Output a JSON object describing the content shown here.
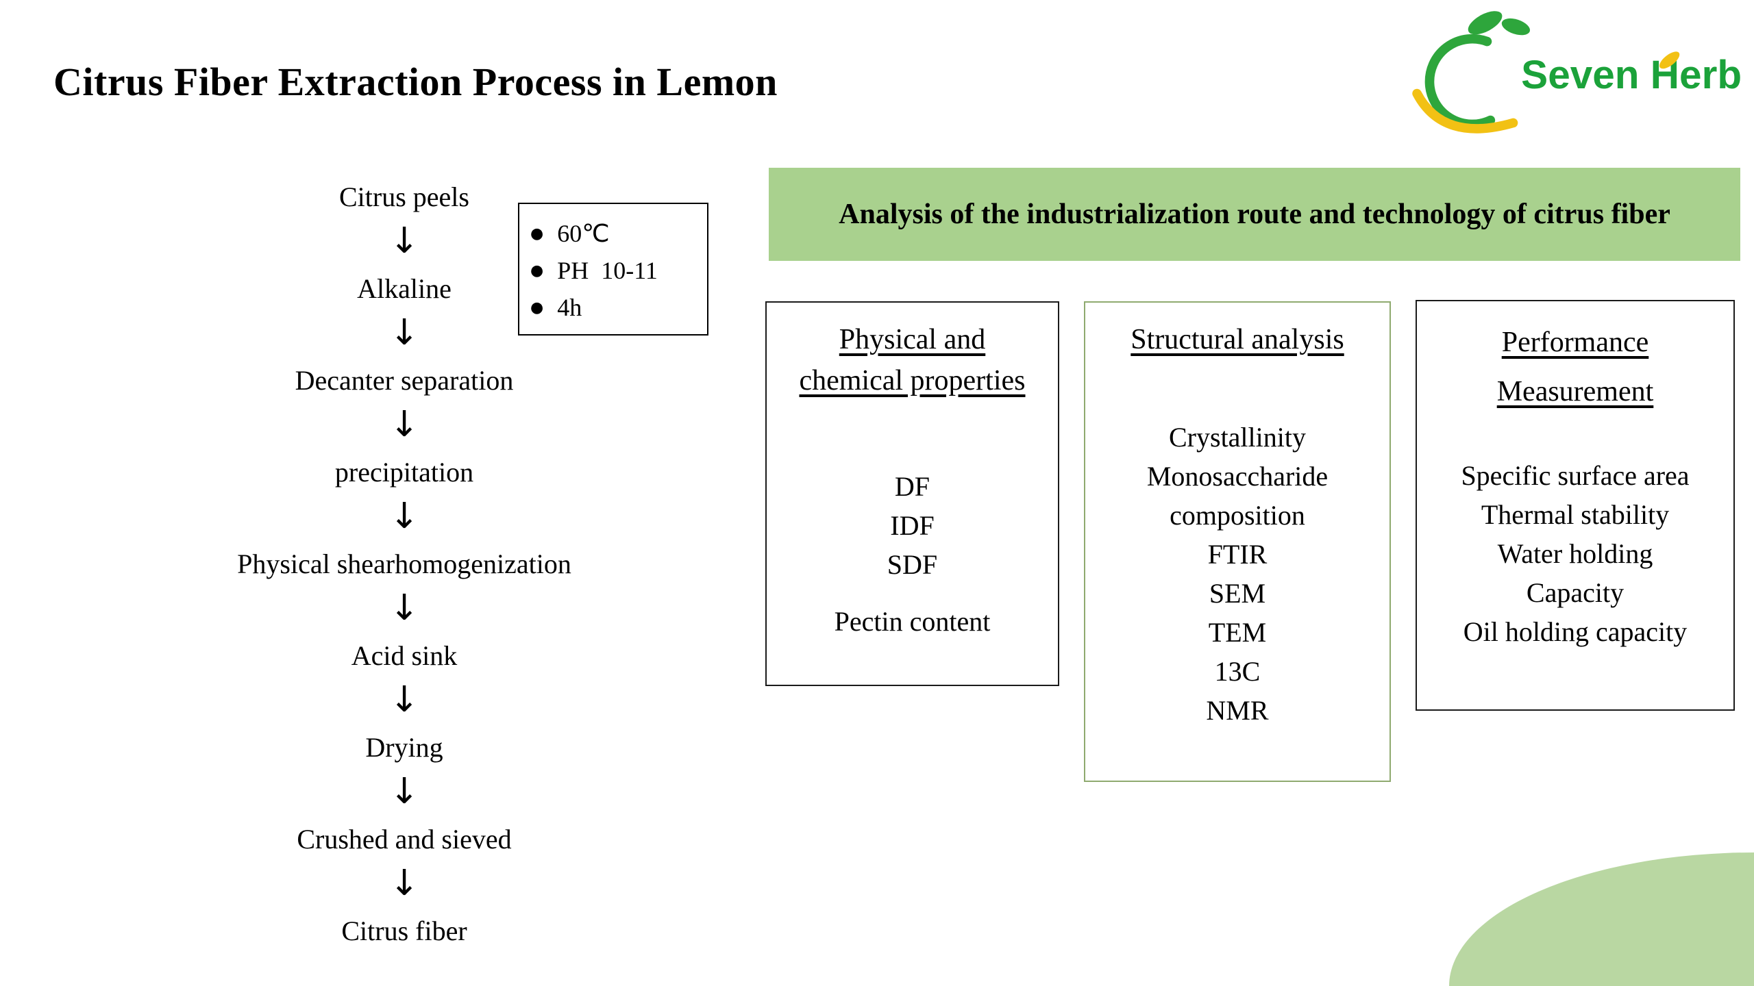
{
  "title": "Citrus Fiber Extraction Process in Lemon",
  "logo": {
    "text": "Seven Herb"
  },
  "flowchart": {
    "steps": [
      "Citrus peels",
      "Alkaline",
      "Decanter separation",
      "precipitation",
      "Physical shearhomogenization",
      "Acid sink",
      "Drying",
      "Crushed and sieved",
      "Citrus fiber"
    ],
    "conditions": [
      "60℃",
      "PH  10-11",
      "4h"
    ]
  },
  "banner": {
    "text": "Analysis of the industrialization route and technology of citrus fiber"
  },
  "panels": [
    {
      "title_lines": [
        "Physical and",
        "chemical properties"
      ],
      "body_lines": [
        "DF",
        "IDF",
        "SDF",
        "Pectin content"
      ]
    },
    {
      "title_lines": [
        "Structural analysis"
      ],
      "body_lines": [
        "Crystallinity",
        "Monosaccharide",
        "composition",
        "FTIR",
        "SEM",
        "TEM",
        "13C",
        "NMR"
      ]
    },
    {
      "title_lines": [
        "Performance",
        "Measurement"
      ],
      "body_lines": [
        "Specific surface area",
        "Thermal stability",
        "Water holding",
        "Capacity",
        "Oil holding capacity"
      ]
    }
  ],
  "colors": {
    "banner_bg": "#a9d18e",
    "panel_green_border": "#8faa6f",
    "logo_green": "#1ba23a",
    "logo_yellow": "#f2c114",
    "corner_blob": "#b9d7a2"
  }
}
